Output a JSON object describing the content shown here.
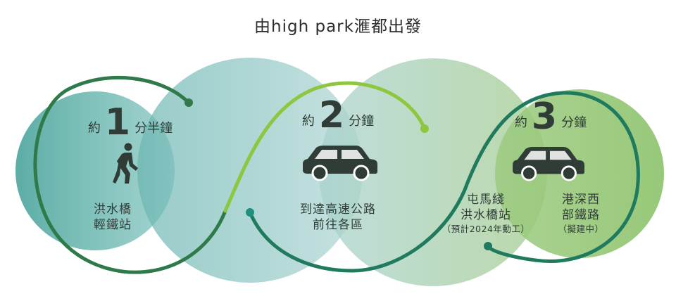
{
  "title": "由high park滙都出發",
  "colors": {
    "circle_teal": "#4fa8a5",
    "circle_green": "#8cbf6a",
    "curve_dark_green": "#2f7a4b",
    "curve_light_green": "#8dc63f",
    "curve_teal": "#1f8f7e",
    "icon_dark": "#2f3d36"
  },
  "segments": [
    {
      "prefix": "約",
      "number": "1",
      "suffix": "分半鐘",
      "icon": "walking-person-icon",
      "labels": [
        "洪水橋",
        "輕鐵站"
      ]
    },
    {
      "prefix": "約",
      "number": "2",
      "suffix": "分鐘",
      "icon": "car-icon",
      "labels": [
        "到達高速公路",
        "前往各區"
      ]
    },
    {
      "prefix": "約",
      "number": "3",
      "suffix": "分鐘",
      "icon": "car-icon",
      "destinations": [
        {
          "lines": [
            "屯馬綫",
            "洪水橋站"
          ],
          "note": "（預計2024年動工）"
        },
        {
          "lines": [
            "港深西",
            "部鐵路"
          ],
          "note": "（擬建中）"
        }
      ]
    }
  ]
}
